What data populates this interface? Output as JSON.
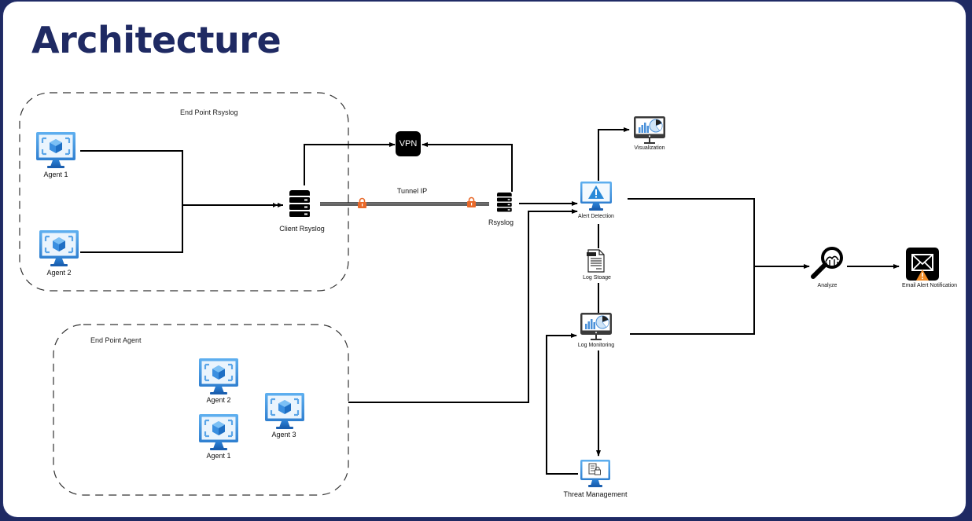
{
  "page": {
    "title": "Architecture"
  },
  "groups": {
    "endpoint_rsyslog": {
      "label": "End Point Rsyslog"
    },
    "endpoint_agent": {
      "label": "End Point Agent"
    }
  },
  "nodes": {
    "rsyslog_agent_1": {
      "label": "Agent 1",
      "icon": "virtual-machine-icon"
    },
    "rsyslog_agent_2": {
      "label": "Agent 2",
      "icon": "virtual-machine-icon"
    },
    "client_rsyslog": {
      "label": "Client Rsyslog",
      "icon": "server-icon"
    },
    "vpn": {
      "label": "VPN",
      "icon": "vpn-icon"
    },
    "tunnel": {
      "label": "Tunnel IP",
      "icon": "lock-icon"
    },
    "rsyslog": {
      "label": "Rsyslog",
      "icon": "server-icon"
    },
    "visualization": {
      "label": "Visualization",
      "icon": "dashboard-monitor-icon"
    },
    "alert_detection": {
      "label": "Alert Detection",
      "icon": "alert-monitor-icon"
    },
    "log_storage": {
      "label": "Log Stoage",
      "icon": "log-file-icon"
    },
    "log_monitoring": {
      "label": "Log Monitoring",
      "icon": "dashboard-monitor-icon"
    },
    "threat_management": {
      "label": "Threat Management",
      "icon": "threat-monitor-icon"
    },
    "analyze": {
      "label": "Analyze",
      "icon": "magnifier-icon"
    },
    "email_alert": {
      "label": "Email Alert Notification",
      "icon": "email-alert-icon"
    },
    "agent_group_agent_2": {
      "label": "Agent 2",
      "icon": "virtual-machine-icon"
    },
    "agent_group_agent_1": {
      "label": "Agent 1",
      "icon": "virtual-machine-icon"
    },
    "agent_group_agent_3": {
      "label": "Agent 3",
      "icon": "virtual-machine-icon"
    }
  },
  "edges": [
    {
      "from": "Agent 1",
      "to": "Client Rsyslog"
    },
    {
      "from": "Agent 2",
      "to": "Client Rsyslog"
    },
    {
      "from": "Client Rsyslog",
      "to": "VPN"
    },
    {
      "from": "Rsyslog",
      "to": "VPN"
    },
    {
      "from": "Client Rsyslog",
      "to": "Rsyslog",
      "label": "Tunnel IP"
    },
    {
      "from": "Rsyslog",
      "to": "Alert Detection"
    },
    {
      "from": "End Point Agent",
      "to": "Alert Detection"
    },
    {
      "from": "Alert Detection",
      "to": "Visualization"
    },
    {
      "from": "Alert Detection",
      "to": "Log Stoage"
    },
    {
      "from": "Log Stoage",
      "to": "Log Monitoring"
    },
    {
      "from": "Log Monitoring",
      "to": "Threat Management"
    },
    {
      "from": "Threat Management",
      "to": "Log Monitoring"
    },
    {
      "from": "Alert Detection",
      "to": "Analyze"
    },
    {
      "from": "Log Monitoring",
      "to": "Analyze"
    },
    {
      "from": "Analyze",
      "to": "Email Alert Notification"
    }
  ],
  "colors": {
    "frame": "#1f2a63",
    "title": "#1f2a63",
    "azure_blue": "#3b8fd9",
    "azure_light": "#5ea8ea",
    "lock_orange": "#e8692a",
    "warning_orange": "#f08a24"
  }
}
